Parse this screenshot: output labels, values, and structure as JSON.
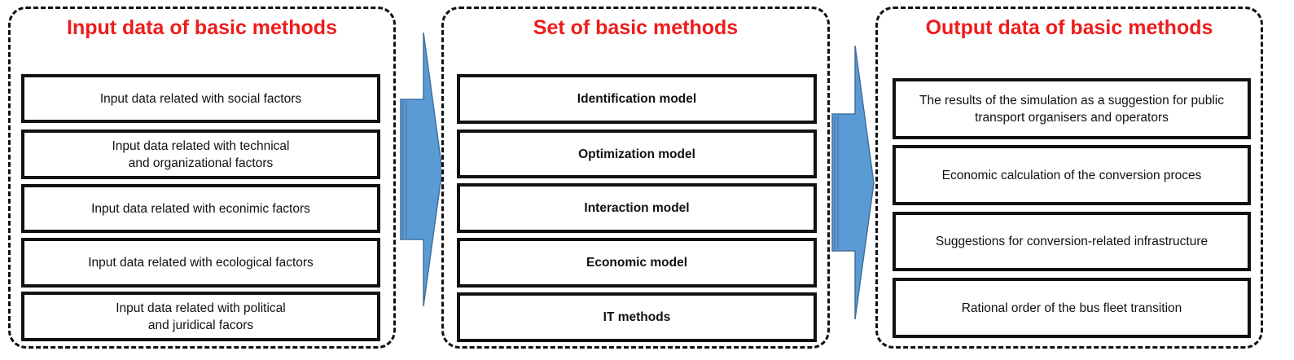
{
  "colors": {
    "title_red": "#ee1c1c",
    "arrow_blue": "#5b9bd5",
    "arrow_stroke": "#41719c",
    "border": "#111111"
  },
  "panels": [
    {
      "title": "Input data of basic methods",
      "items": [
        "Input data related with social factors",
        "Input data related with technical\nand organizational factors",
        "Input data related with econimic factors",
        "Input data related with ecological factors",
        "Input data related with political\nand juridical facors"
      ]
    },
    {
      "title": "Set of basic methods",
      "items": [
        "Identification model",
        "Optimization model",
        "Interaction model",
        "Economic model",
        "IT methods"
      ]
    },
    {
      "title": "Output data of basic methods",
      "items": [
        "The results of the simulation as a suggestion for public\ntransport organisers and operators",
        "Economic calculation of the conversion proces",
        "Suggestions for conversion-related infrastructure",
        "Rational order of the bus fleet transition"
      ]
    }
  ],
  "arrows": [
    {
      "name": "input-to-methods-arrow-icon"
    },
    {
      "name": "methods-to-output-arrow-icon"
    }
  ]
}
